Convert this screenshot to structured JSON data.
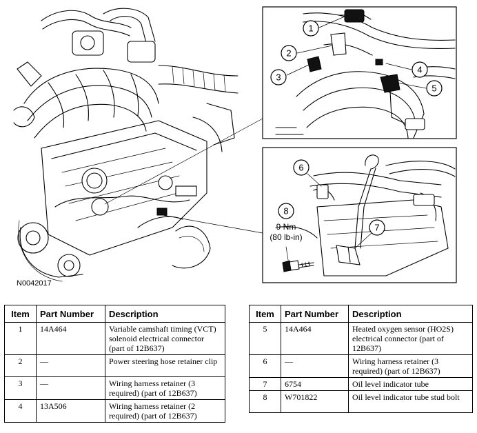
{
  "figure": {
    "id_label": "N0042017",
    "callouts": [
      "1",
      "2",
      "3",
      "4",
      "5",
      "6",
      "7",
      "8"
    ],
    "torque_lines": [
      "9 Nm",
      "(80 lb-in)"
    ]
  },
  "table_headers": {
    "item": "Item",
    "part_number": "Part Number",
    "description": "Description"
  },
  "table_left": {
    "rows": [
      {
        "item": "1",
        "part_number": "14A464",
        "description": "Variable camshaft timing (VCT) solenoid electrical connector (part of 12B637)"
      },
      {
        "item": "2",
        "part_number": "—",
        "description": "Power steering hose retainer clip"
      },
      {
        "item": "3",
        "part_number": "—",
        "description": "Wiring harness retainer (3 required) (part of 12B637)"
      },
      {
        "item": "4",
        "part_number": "13A506",
        "description": "Wiring harness retainer (2 required) (part of 12B637)"
      }
    ]
  },
  "table_right": {
    "rows": [
      {
        "item": "5",
        "part_number": "14A464",
        "description": "Heated oxygen sensor (HO2S) electrical connector (part of 12B637)"
      },
      {
        "item": "6",
        "part_number": "—",
        "description": "Wiring harness retainer (3 required) (part of 12B637)"
      },
      {
        "item": "7",
        "part_number": "6754",
        "description": "Oil level indicator tube"
      },
      {
        "item": "8",
        "part_number": "W701822",
        "description": "Oil level indicator tube stud bolt"
      }
    ]
  }
}
